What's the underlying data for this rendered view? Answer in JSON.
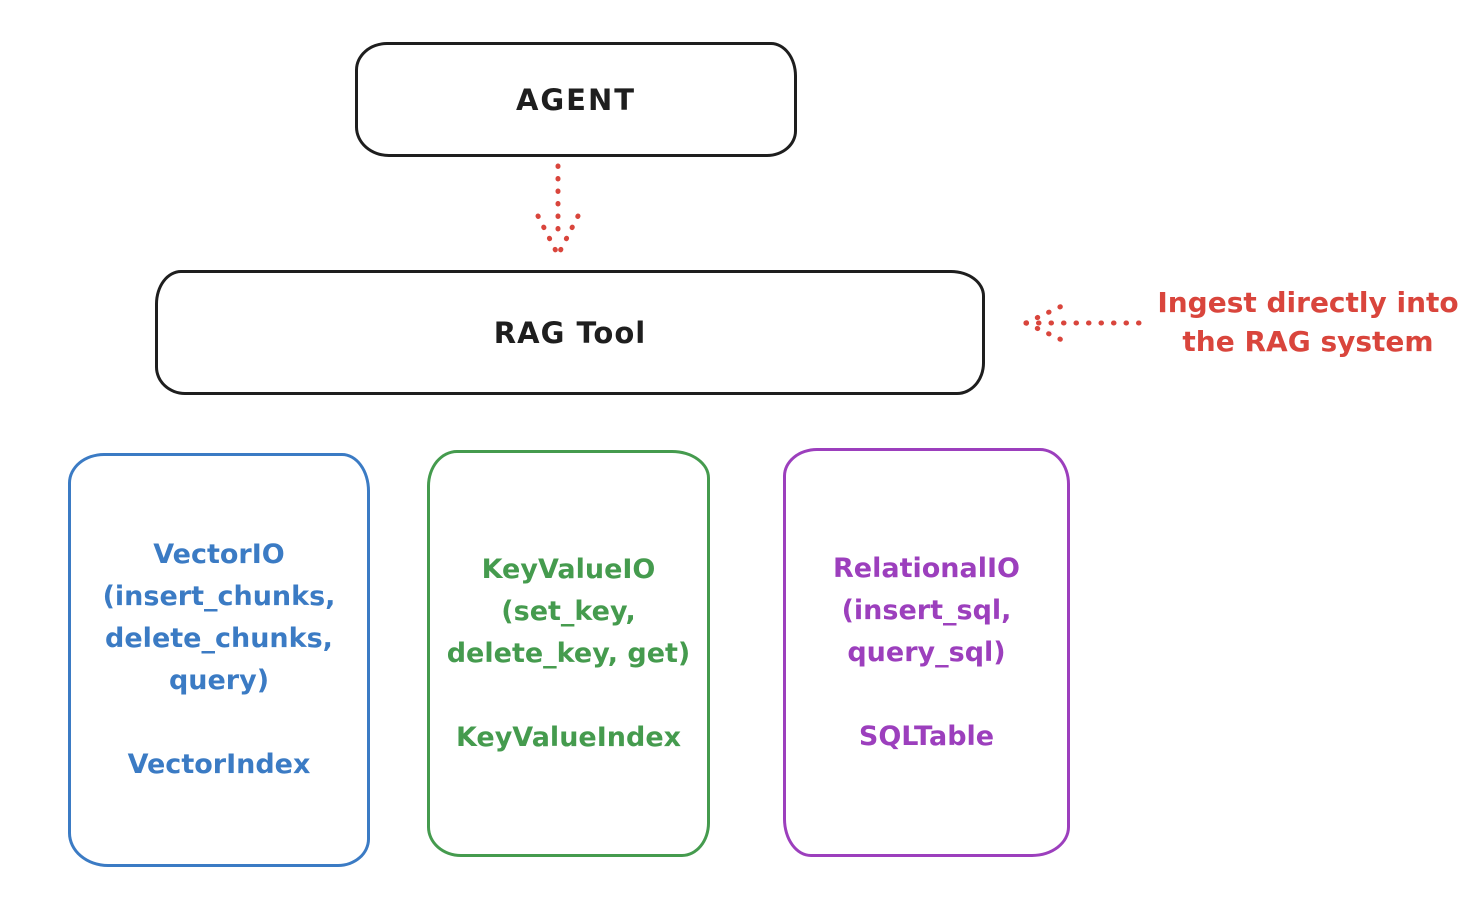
{
  "diagram": {
    "agent": {
      "label": "AGENT"
    },
    "rag_tool": {
      "label": "RAG Tool"
    },
    "annotation": {
      "line1": "Ingest directly into",
      "line2": "the RAG system"
    },
    "storage_boxes": [
      {
        "name": "vector-io",
        "lines": [
          "VectorIO",
          "(insert_chunks,",
          "delete_chunks,",
          "query)"
        ],
        "footer": "VectorIndex",
        "color": "#3b7bc4"
      },
      {
        "name": "keyvalue-io",
        "lines": [
          "KeyValueIO",
          "(set_key,",
          "delete_key, get)"
        ],
        "footer": "KeyValueIndex",
        "color": "#459b4e"
      },
      {
        "name": "relational-io",
        "lines": [
          "RelationalIO",
          "(insert_sql,",
          "query_sql)"
        ],
        "footer": "SQLTable",
        "color": "#9c3fbd"
      }
    ],
    "colors": {
      "ink": "#1e1e1e",
      "red": "#d9453c",
      "blue": "#3b7bc4",
      "green": "#459b4e",
      "purple": "#9c3fbd"
    }
  }
}
